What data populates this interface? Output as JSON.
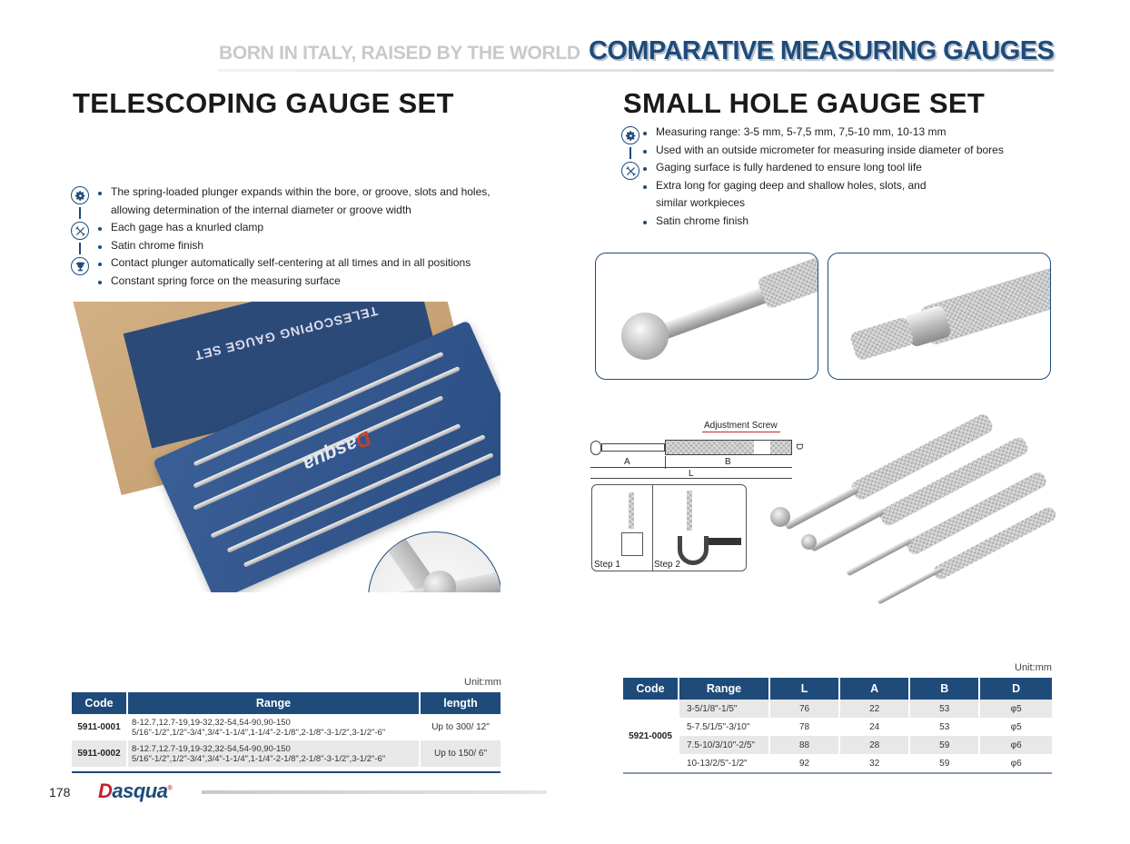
{
  "header": {
    "tagline": "BORN IN ITALY, RAISED BY THE WORLD",
    "category_title": "COMPARATIVE MEASURING GAUGES"
  },
  "colors": {
    "brand_blue": "#1e4b7a",
    "brand_red": "#c8202b",
    "tagline_gray": "#c9c9c9",
    "row_shade": "#e8e8e8"
  },
  "left_section": {
    "title": "TELESCOPING GAUGE SET",
    "icons": [
      "gear-icon",
      "tools-icon",
      "trophy-icon"
    ],
    "bullets": [
      "The spring-loaded plunger expands within the bore, or groove, slots and holes, allowing determination of the internal diameter or groove width",
      "Each gage has a knurled clamp",
      "Satin chrome finish",
      "Contact plunger automatically self-centering at all times and in all positions",
      "Constant spring force on the measuring surface"
    ],
    "photo": {
      "box_label": "TELESCOPING GAUGE SET",
      "case_logo_first": "D",
      "case_logo_rest": "asqua"
    },
    "unit": "Unit:mm",
    "table": {
      "headers": [
        "Code",
        "Range",
        "length"
      ],
      "rows": [
        {
          "code": "5911-0001",
          "range_metric": "8-12.7,12.7-19,19-32,32-54,54-90,90-150",
          "range_inch": "5/16\"-1/2\",1/2\"-3/4\",3/4\"-1-1/4\",1-1/4\"-2-1/8\",2-1/8\"-3-1/2\",3-1/2\"-6\"",
          "length": "Up to 300/ 12\""
        },
        {
          "code": "5911-0002",
          "range_metric": "8-12.7,12.7-19,19-32,32-54,54-90,90-150",
          "range_inch": "5/16\"-1/2\",1/2\"-3/4\",3/4\"-1-1/4\",1-1/4\"-2-1/8\",2-1/8\"-3-1/2\",3-1/2\"-6\"",
          "length": "Up to 150/ 6\""
        }
      ]
    }
  },
  "right_section": {
    "title": "SMALL HOLE GAUGE SET",
    "icons": [
      "gear-icon",
      "tools-icon"
    ],
    "bullets": [
      "Measuring range: 3-5 mm, 5-7,5 mm, 7,5-10 mm, 10-13 mm",
      "Used with an outside micrometer for measuring inside diameter of bores",
      "Gaging surface is fully hardened to ensure long tool life",
      "Extra long for gaging deep and shallow holes, slots, and similar workpieces",
      "Satin chrome finish"
    ],
    "diagram": {
      "adjustment_label": "Adjustment Screw",
      "dim_a": "A",
      "dim_b": "B",
      "dim_l": "L",
      "dim_d": "D",
      "step1": "Step 1",
      "step2": "Step 2"
    },
    "unit": "Unit:mm",
    "table": {
      "headers": [
        "Code",
        "Range",
        "L",
        "A",
        "B",
        "D"
      ],
      "code": "5921-0005",
      "rows": [
        {
          "range": "3-5/1/8\"-1/5\"",
          "L": "76",
          "A": "22",
          "B": "53",
          "D": "φ5"
        },
        {
          "range": "5-7.5/1/5\"-3/10\"",
          "L": "78",
          "A": "24",
          "B": "53",
          "D": "φ5"
        },
        {
          "range": "7.5-10/3/10\"-2/5\"",
          "L": "88",
          "A": "28",
          "B": "59",
          "D": "φ6"
        },
        {
          "range": "10-13/2/5\"-1/2\"",
          "L": "92",
          "A": "32",
          "B": "59",
          "D": "φ6"
        }
      ]
    }
  },
  "footer": {
    "page_number": "178",
    "logo_first": "D",
    "logo_rest": "asqua",
    "logo_mark": "®"
  }
}
